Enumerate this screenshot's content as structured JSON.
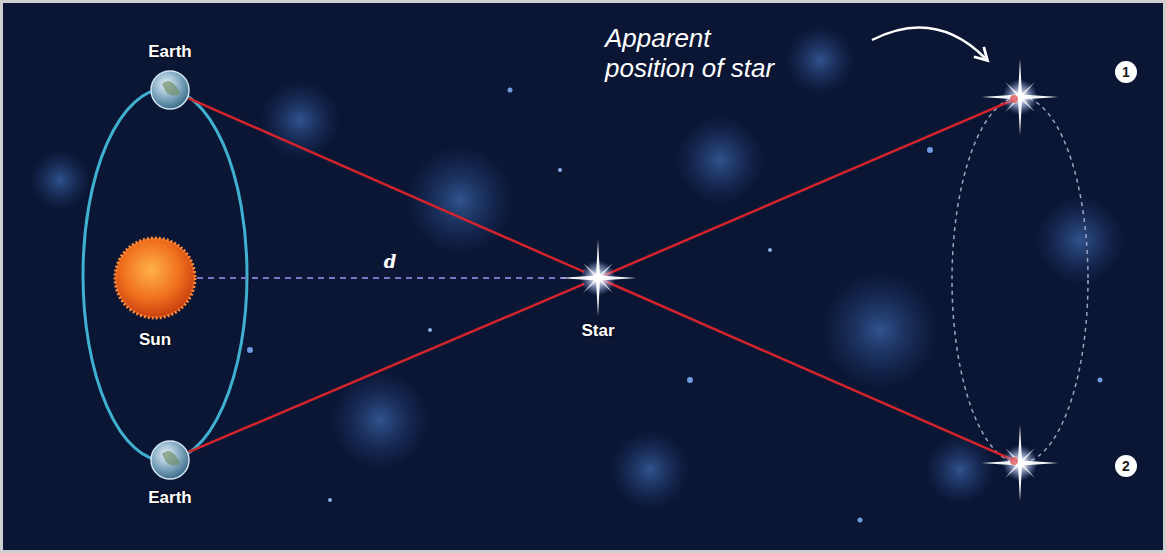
{
  "diagram": {
    "nodes": [
      {
        "text": [
          "Earth"
        ]
      },
      {
        "text": [
          "Sun"
        ]
      },
      {
        "text": [
          "Earth"
        ]
      },
      {
        "text": [
          "Star"
        ]
      }
    ],
    "edges": [
      {
        "from": 1,
        "to": 3,
        "label": "d",
        "arrow": "none"
      },
      {
        "from": 0,
        "to": 3,
        "arrow": "none"
      },
      {
        "from": 2,
        "to": 3,
        "arrow": "none"
      }
    ],
    "labels": [
      "Apparent position of star",
      "1",
      "2"
    ]
  }
}
